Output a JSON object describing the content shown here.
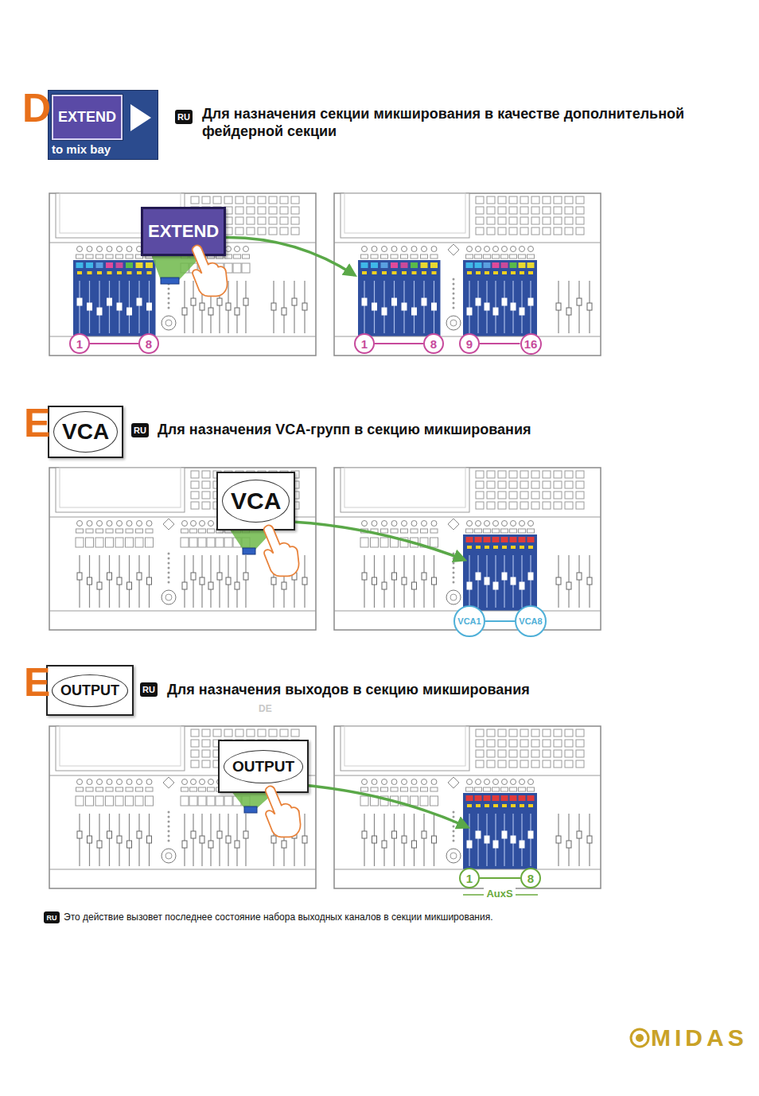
{
  "diagram": {
    "nodes": [
      {
        "text": [
          "EXTEND",
          "to mix bay"
        ]
      },
      {
        "text": [
          "RU"
        ]
      },
      {
        "text": [
          "EXTEND"
        ]
      },
      {
        "text": [
          "1"
        ]
      },
      {
        "text": [
          "8"
        ]
      },
      {
        "text": [
          "1"
        ]
      },
      {
        "text": [
          "8"
        ]
      },
      {
        "text": [
          "9"
        ]
      },
      {
        "text": [
          "16"
        ]
      },
      {
        "text": [
          "VCA"
        ]
      },
      {
        "text": [
          "RU"
        ]
      },
      {
        "text": [
          "VCA"
        ]
      },
      {
        "text": [
          "VCA1"
        ]
      },
      {
        "text": [
          "VCA8"
        ]
      },
      {
        "text": [
          "OUTPUT"
        ]
      },
      {
        "text": [
          "RU"
        ]
      },
      {
        "text": [
          "OUTPUT"
        ]
      },
      {
        "text": [
          "1"
        ]
      },
      {
        "text": [
          "8"
        ]
      },
      {
        "text": [
          "RU"
        ]
      }
    ],
    "edges": [
      {
        "from": 3,
        "to": 4,
        "arrow": "none"
      },
      {
        "from": 5,
        "to": 6,
        "arrow": "none"
      },
      {
        "from": 7,
        "to": 8,
        "arrow": "none"
      },
      {
        "from": 12,
        "to": 13,
        "arrow": "none"
      },
      {
        "from": 17,
        "to": 18,
        "arrow": "none"
      }
    ],
    "labels": [
      "D",
      "Для назначения секции микширования в качестве дополнительной фейдерной секции",
      "E",
      "Для назначения VCA-групп в секцию микширования",
      "E",
      "Для назначения выходов в секцию микширования",
      "DE",
      "AuxS",
      "Это действие вызовет последнее состояние набора выходных каналов в секции микширования.",
      "MIDAS"
    ]
  }
}
